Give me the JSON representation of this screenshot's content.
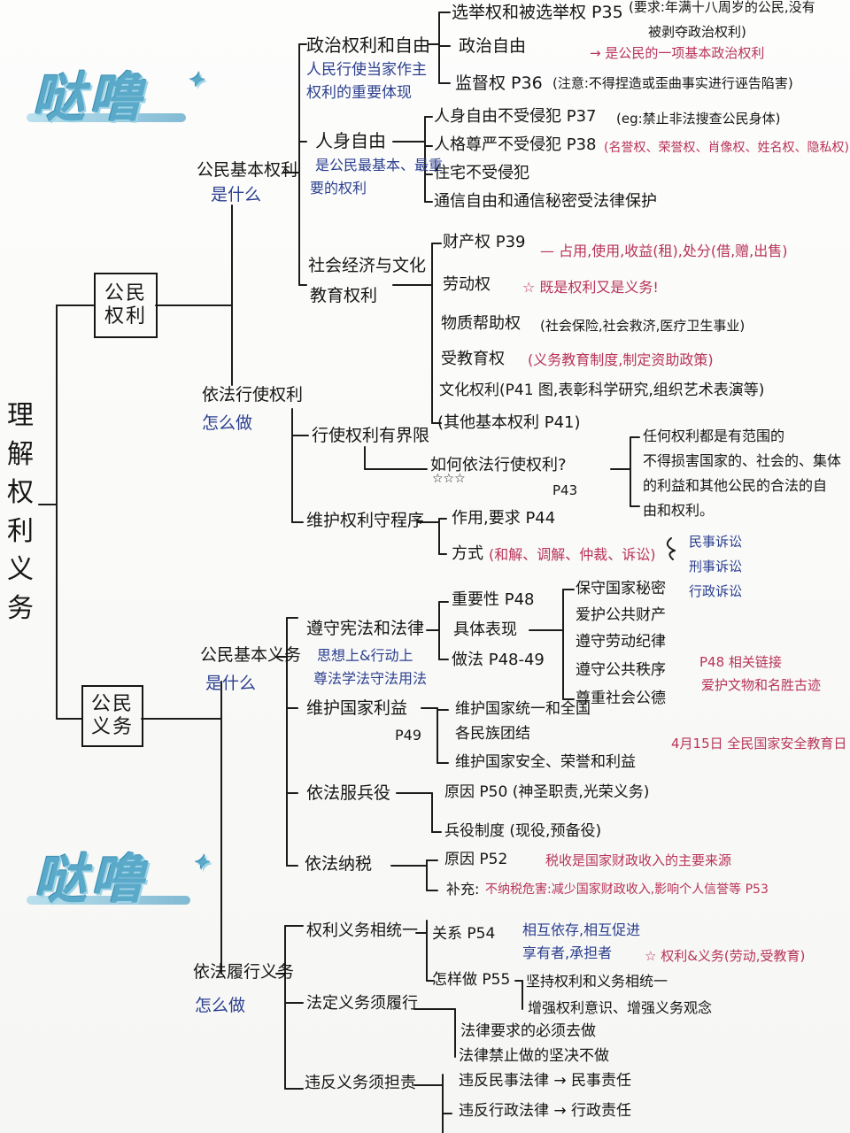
{
  "deco": {
    "text": "哒噜",
    "star": "✦"
  },
  "root": {
    "chars": [
      "理",
      "解",
      "权",
      "利",
      "义",
      "务"
    ]
  },
  "rights": {
    "label": [
      "公民",
      "权利"
    ],
    "basic": {
      "title": "公民基本权利",
      "sub": "是什么"
    },
    "political": {
      "title": "政治权利和自由",
      "note1": "人民行使当家作主",
      "note2": "权利的重要体现",
      "vote": "选举权和被选举权  P35",
      "vote_note1": "(要求:年满十八周岁的公民,没有",
      "vote_note2": "被剥夺政治权利)",
      "vote_note3": "→ 是公民的一项基本政治权利",
      "freedom": "政治自由",
      "supervise": "监督权  P36",
      "supervise_note": "(注意:不得捏造或歪曲事实进行诬告陷害)"
    },
    "personal": {
      "title": "人身自由",
      "note1": "是公民最基本、最重",
      "note2": "要的权利",
      "i1": "人身自由不受侵犯  P37",
      "i1_note": "(eg:禁止非法搜查公民身体)",
      "i2": "人格尊严不受侵犯  P38",
      "i2_note": "(名誉权、荣誉权、肖像权、姓名权、隐私权)",
      "i3": "住宅不受侵犯",
      "i4": "通信自由和通信秘密受法律保护"
    },
    "social": {
      "title1": "社会经济与文化",
      "title2": "教育权利",
      "property": "财产权  P39",
      "property_note": "— 占用,使用,收益(租),处分(借,赠,出售)",
      "labor": "劳动权",
      "labor_note": "☆ 既是权利又是义务!",
      "aid": "物质帮助权",
      "aid_note": "(社会保险,社会救济,医疗卫生事业)",
      "edu": "受教育权",
      "edu_note": "(义务教育制度,制定资助政策)",
      "culture": "文化权利(P41 图,表彰科学研究,组织艺术表演等)",
      "other": "(其他基本权利 P41)"
    },
    "exercise": {
      "title": "依法行使权利",
      "sub": "怎么做",
      "limit": "行使权利有界限",
      "how": "如何依法行使权利?",
      "stars": "☆☆☆",
      "page": "P43",
      "ans1": "任何权利都是有范围的",
      "ans2": "不得损害国家的、社会的、集体",
      "ans3": "的利益和其他公民的合法的自",
      "ans4": "由和权利。",
      "protect": "维护权利守程序",
      "role": "作用,要求  P44",
      "way": "方式",
      "way_note": "(和解、调解、仲裁、诉讼)",
      "civil": "民事诉讼",
      "criminal": "刑事诉讼",
      "admin": "行政诉讼"
    }
  },
  "duties": {
    "label": [
      "公民",
      "义务"
    ],
    "basic": {
      "title": "公民基本义务",
      "sub": "是什么"
    },
    "law": {
      "title": "遵守宪法和法律",
      "note1": "思想上&行动上",
      "note2": "尊法学法守法用法",
      "importance": "重要性  P48",
      "practice": "具体表现",
      "method": "做法  P48-49",
      "p1": "保守国家秘密",
      "p2": "爱护公共财产",
      "p3": "遵守劳动纪律",
      "p4": "遵守公共秩序",
      "p5": "尊重社会公德",
      "p48_note1": "P48 相关链接",
      "p48_note2": "爱护文物和名胜古迹"
    },
    "national": {
      "title": "维护国家利益",
      "page": "P49",
      "i1": "维护国家统一和全国",
      "i1b": "各民族团结",
      "i2": "维护国家安全、荣誉和利益",
      "note": "4月15日  全民国家安全教育日"
    },
    "military": {
      "title": "依法服兵役",
      "reason": "原因  P50  (神圣职责,光荣义务)",
      "system": "兵役制度  (现役,预备役)"
    },
    "tax": {
      "title": "依法纳税",
      "reason": "原因  P52",
      "reason_note": "税收是国家财政收入的主要来源",
      "extra": "补充:",
      "extra_note": "不纳税危害:减少国家财政收入,影响个人信誉等  P53"
    },
    "perform": {
      "title": "依法履行义务",
      "sub": "怎么做",
      "unity": "权利义务相统一",
      "relation": "关系  P54",
      "relation_note1": "相互依存,相互促进",
      "relation_note2": "享有者,承担者",
      "relation_star": "☆ 权利&义务(劳动,受教育)",
      "how": "怎样做  P55",
      "how1": "坚持权利和义务相统一",
      "how2": "增强权利意识、增强义务观念",
      "must": "法定义务须履行",
      "must1": "法律要求的必须去做",
      "must2": "法律禁止做的坚决不做",
      "violate": "违反义务须担责",
      "v1": "违反民事法律 → 民事责任",
      "v2": "违反行政法律 → 行政责任"
    }
  }
}
